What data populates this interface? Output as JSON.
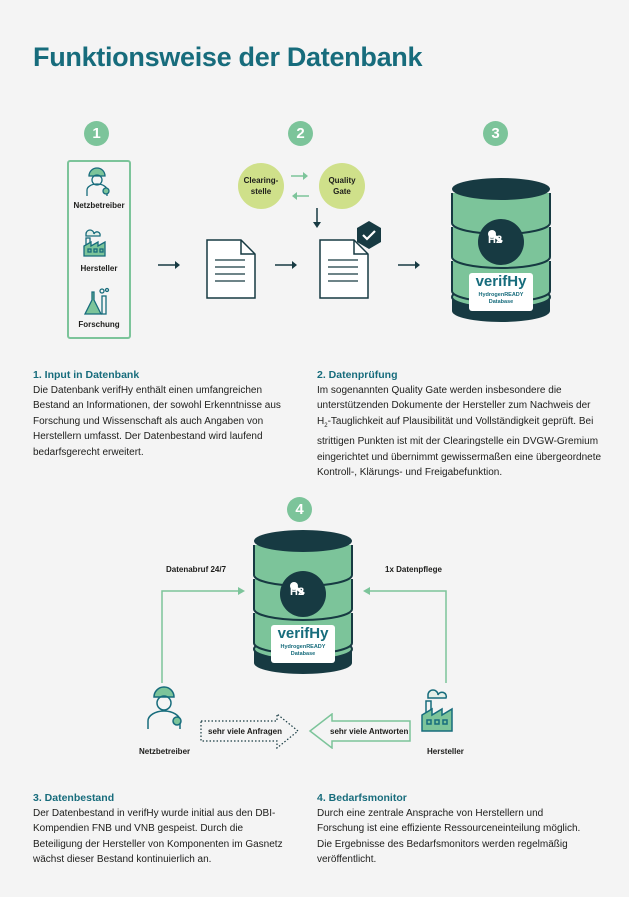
{
  "title": "Funktionsweise der Datenbank",
  "steps": [
    "1",
    "2",
    "3",
    "4"
  ],
  "input_sources": [
    "Netzbetreiber",
    "Hersteller",
    "Forschung"
  ],
  "clearing": "Clearing-\nstelle",
  "quality": "Quality\nGate",
  "logo": {
    "main": "verifHy",
    "sub": "HydrogenREADY",
    "sub2": "Database",
    "badge": "H2"
  },
  "section1": {
    "heading": "1. Input in Datenbank",
    "text": "Die Datenbank verifHy enthält einen umfangreichen Bestand an Informationen, der sowohl Erkenntnisse aus Forschung und Wissenschaft als auch Angaben von Herstellern umfasst. Der Datenbestand wird laufend bedarfsgerecht erweitert."
  },
  "section2": {
    "heading": "2. Datenprüfung",
    "text_a": "Im sogenannten Quality Gate werden insbesondere die unterstützenden Dokumente der Hersteller zum Nachweis der H",
    "text_sub": "2",
    "text_b": "-Tauglichkeit auf Plausibilität und Vollständigkeit geprüft. Bei strittigen Punkten ist mit der Clearingstelle ein DVGW-Gremium eingerichtet und übernimmt gewissermaßen eine übergeordnete Kontroll-, Klärungs- und Freigabefunktion."
  },
  "flow": {
    "left_label": "Datenabruf 24/7",
    "right_label": "1x Datenpflege",
    "left_actor": "Netzbetreiber",
    "right_actor": "Hersteller",
    "arrow_requests": "sehr viele Anfragen",
    "arrow_answers": "sehr viele Antworten"
  },
  "section3": {
    "heading": "3. Datenbestand",
    "text": "Der Datenbestand in verifHy wurde initial aus den DBI-Kompendien FNB und VNB gespeist. Durch die Beteiligung der Hersteller von Komponenten im Gasnetz wächst dieser Bestand kontinuierlich an."
  },
  "section4": {
    "heading": "4. Bedarfsmonitor",
    "text": "Durch eine zentrale Ansprache von Herstellern und Forschung ist eine effiziente Ressourceneinteilung möglich. Die Ergebnisse des Bedarfsmonitors werden regelmäßig veröffentlicht."
  },
  "colors": {
    "accent": "#176c7c",
    "green": "#7cc49a",
    "dark": "#173a42",
    "lime": "#cfe08a"
  }
}
